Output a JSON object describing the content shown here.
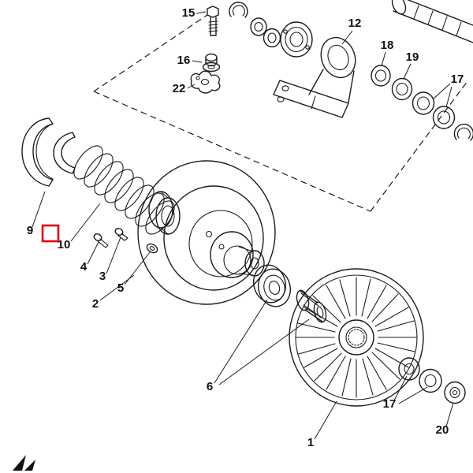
{
  "page": {
    "background": "#ffffff"
  },
  "diagram": {
    "type": "exploded-parts-diagram",
    "part_labels": {
      "1": "1",
      "2": "2",
      "3": "3",
      "4": "4",
      "5": "5",
      "6": "6",
      "9": "9",
      "10": "10",
      "12": "12",
      "15": "15",
      "16": "16",
      "17": "17",
      "18": "18",
      "19": "19",
      "20": "20",
      "22": "22"
    },
    "highlight": {
      "color": "#e60012"
    }
  }
}
